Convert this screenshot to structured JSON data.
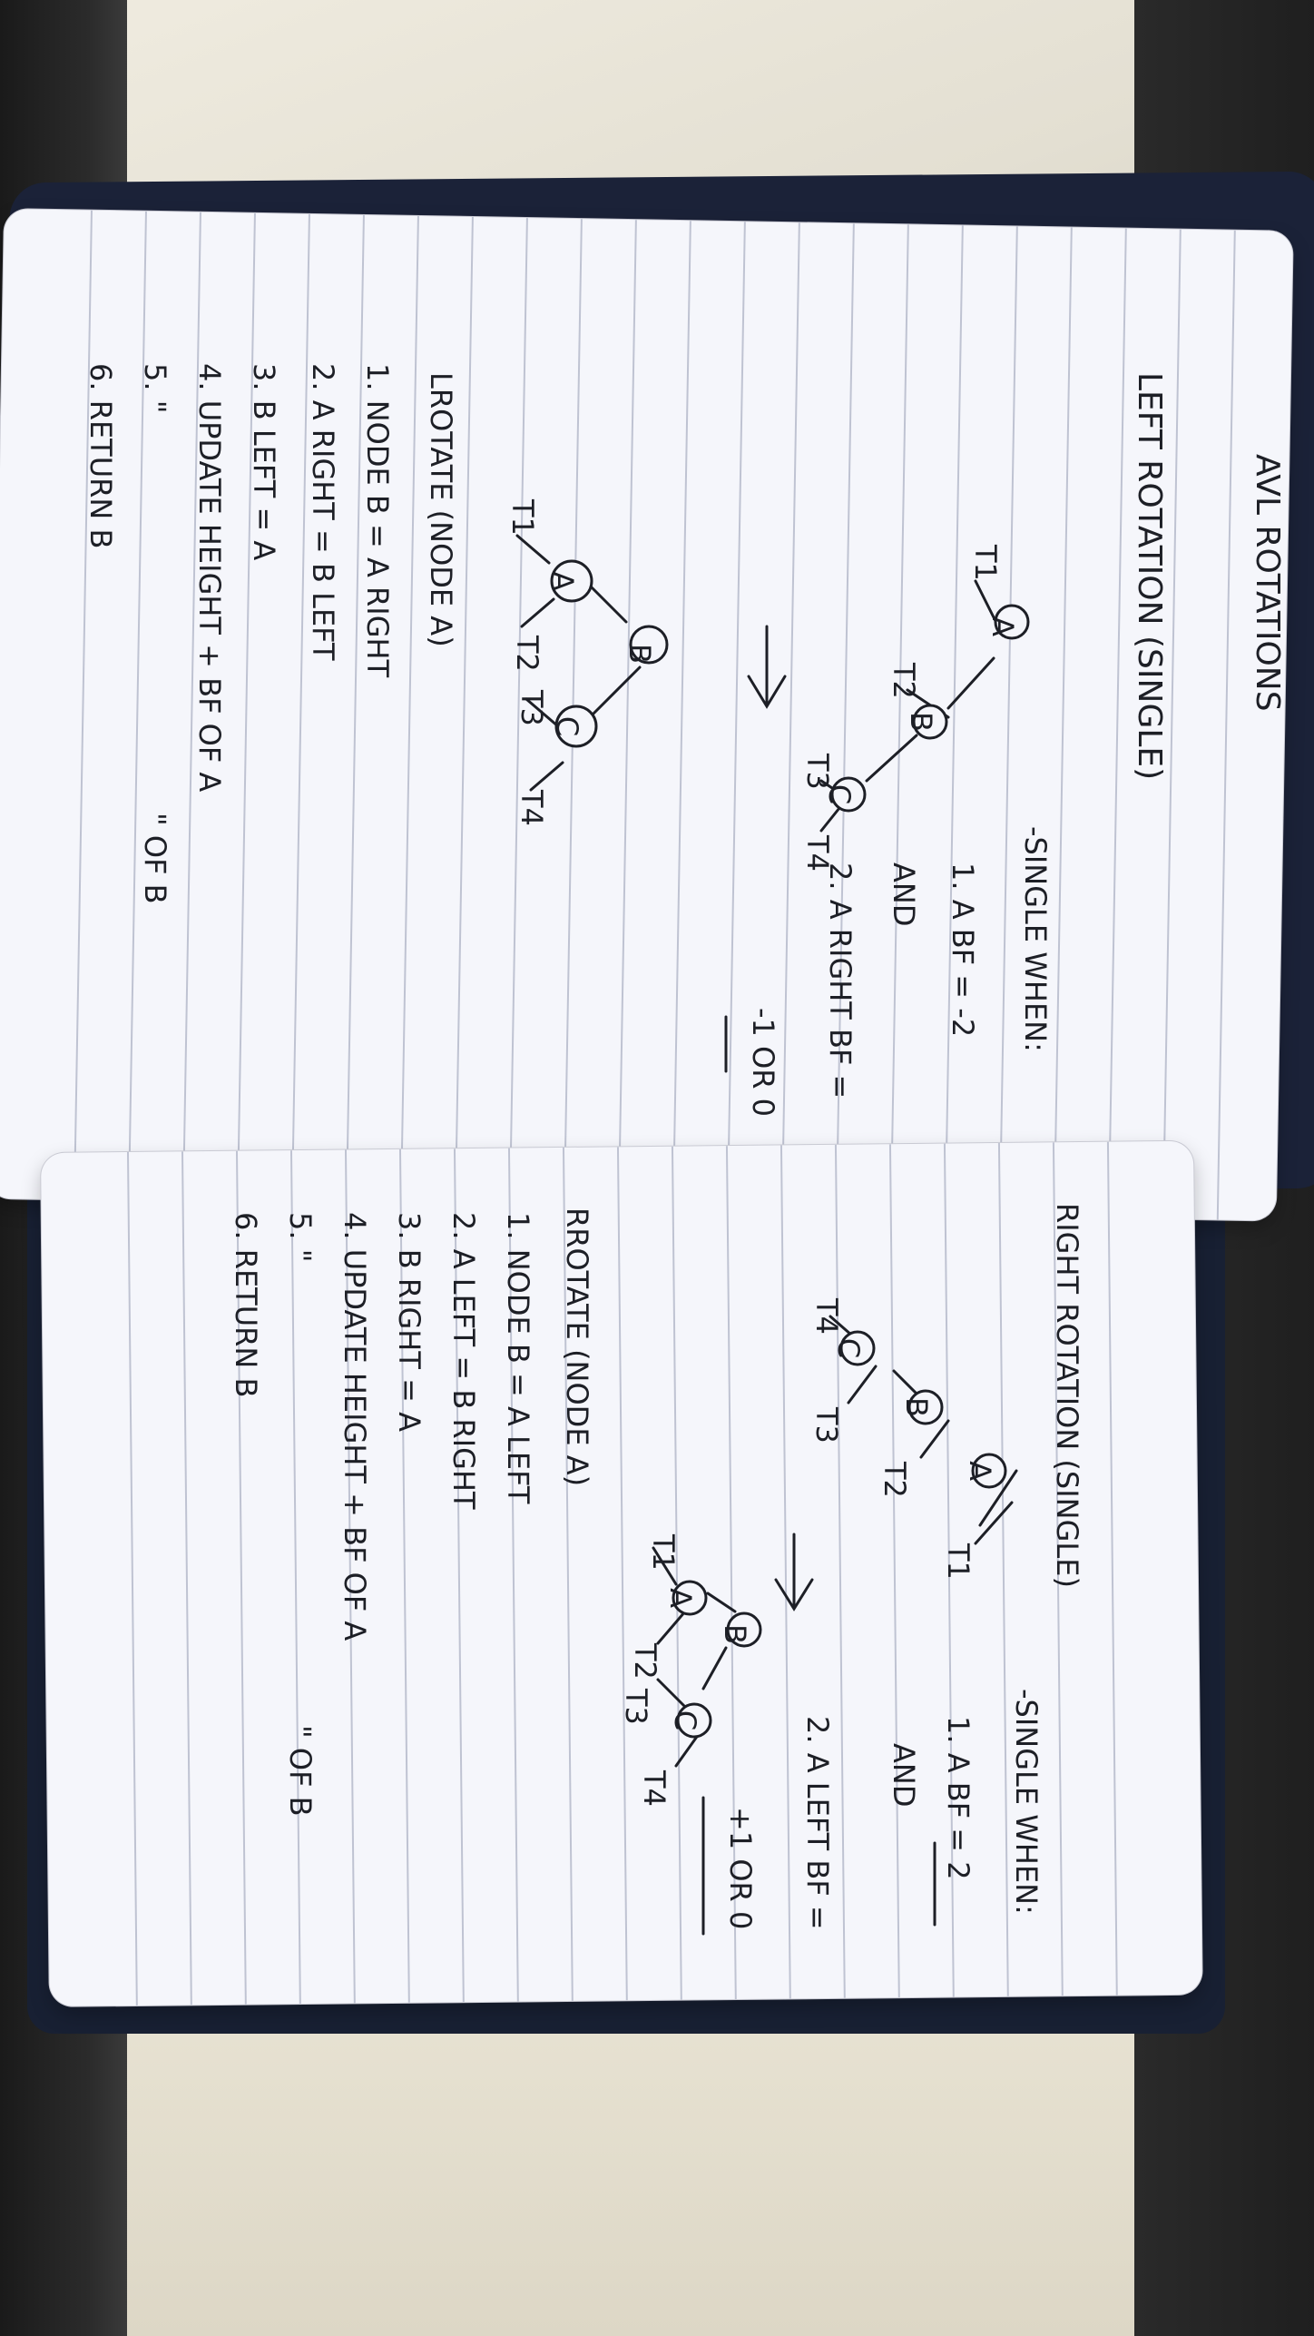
{
  "left_page": {
    "heading": "AVL ROTATIONS",
    "subtitle": "LEFT ROTATION (SINGLE)",
    "tree_before": {
      "nodes": [
        "A",
        "B",
        "C"
      ],
      "subtrees": [
        "T1",
        "T2",
        "T3",
        "T4"
      ]
    },
    "conditions": [
      "-SINGLE WHEN:",
      "1. A BF = -2",
      "AND",
      "2. A RIGHT BF =",
      "-1 OR 0"
    ],
    "tree_after": {
      "nodes": [
        "B",
        "A",
        "C"
      ],
      "subtrees": [
        "T1",
        "T2",
        "T3",
        "T4"
      ]
    },
    "code_title": "LROTATE (NODE A)",
    "steps": [
      "1. NODE B = A RIGHT",
      "2. A RIGHT = B LEFT",
      "3. B LEFT = A",
      "4. UPDATE HEIGHT + BF OF A",
      "5. \"",
      "\" OF B",
      "6. RETURN B"
    ]
  },
  "right_page": {
    "subtitle": "RIGHT ROTATION (SINGLE)",
    "tree_before": {
      "nodes": [
        "A",
        "B",
        "C"
      ],
      "subtrees": [
        "T1",
        "T2",
        "T3",
        "T4"
      ]
    },
    "conditions": [
      "-SINGLE WHEN:",
      "1. A BF = 2",
      "AND",
      "2. A LEFT BF =",
      "+1 OR 0"
    ],
    "tree_after": {
      "nodes": [
        "B",
        "A",
        "C"
      ],
      "subtrees": [
        "T1",
        "T2",
        "T3",
        "T4"
      ]
    },
    "code_title": "RROTATE (NODE A)",
    "steps": [
      "1. NODE B = A LEFT",
      "2. A LEFT = B RIGHT",
      "3. B RIGHT = A",
      "4. UPDATE HEIGHT + BF OF A",
      "5. \"",
      "\" OF B",
      "6. RETURN B"
    ]
  },
  "colors": {
    "ink": "#1d1f26",
    "paper": "#f5f6fb",
    "rule": "#bfc3d2",
    "cover": "#1b2238"
  }
}
